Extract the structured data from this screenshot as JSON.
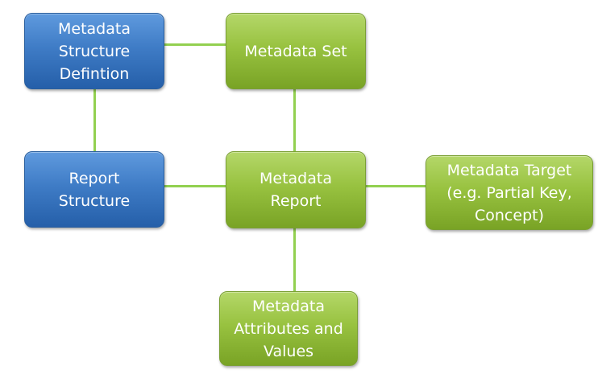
{
  "nodes": {
    "metadata_structure_definition": "Metadata\nStructure\nDefintion",
    "metadata_set": "Metadata Set",
    "report_structure": "Report\nStructure",
    "metadata_report": "Metadata\nReport",
    "metadata_target": "Metadata Target\n(e.g. Partial Key,\nConcept)",
    "metadata_attributes": "Metadata\nAttributes and\nValues"
  },
  "colors": {
    "structure_nodes": "#3f7cc6",
    "metadata_nodes": "#98c240",
    "connector": "#92d050",
    "text": "#ffffff"
  }
}
